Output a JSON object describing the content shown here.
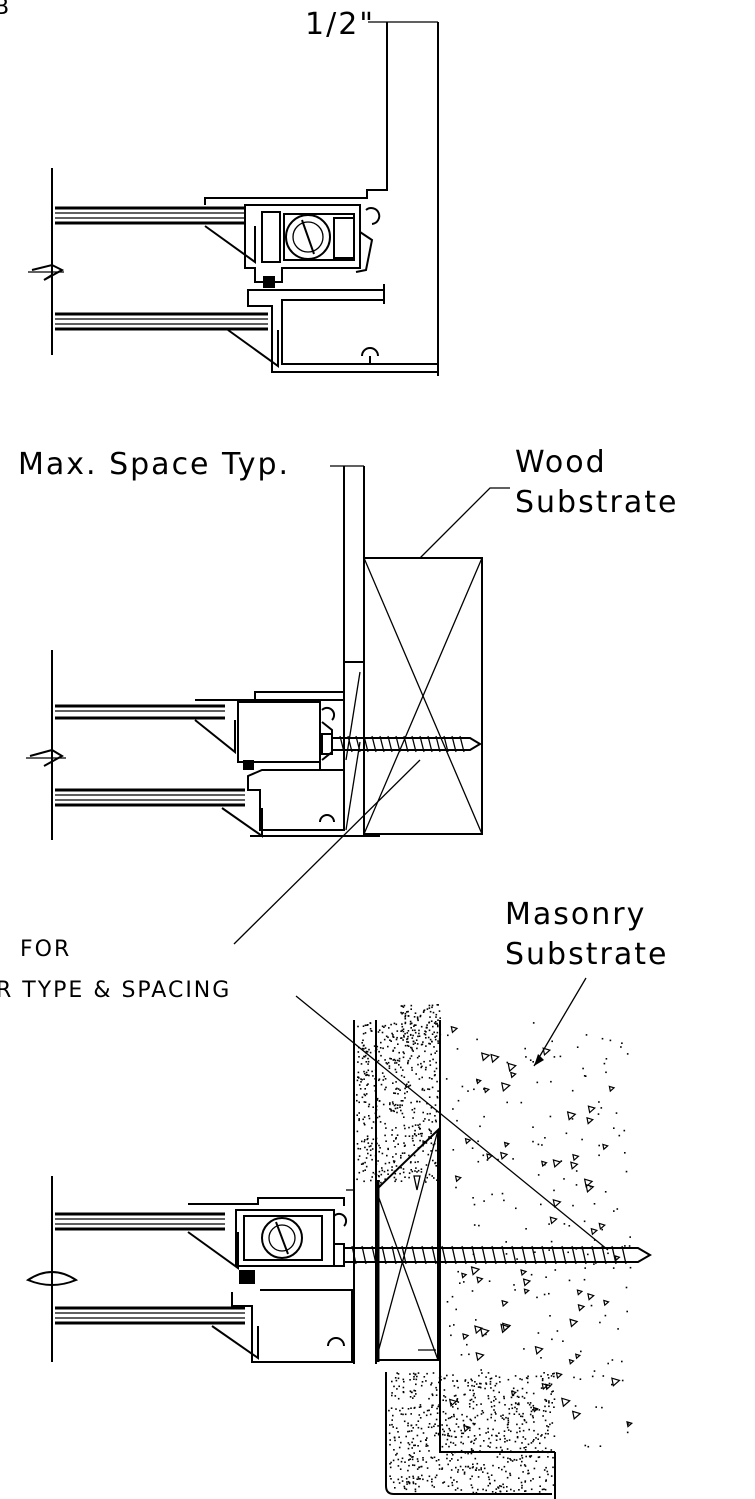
{
  "labels": {
    "corner_mark": "B",
    "dimension": "1/2\"",
    "max_space": "Max. Space Typ.",
    "wood_line1": "Wood",
    "wood_line2": "Substrate",
    "masonry_line1": "Masonry",
    "masonry_line2": "Substrate",
    "note_line1": "FOR",
    "note_line2": "R TYPE & SPACING"
  },
  "colors": {
    "ink": "#000000",
    "paper": "#ffffff"
  }
}
